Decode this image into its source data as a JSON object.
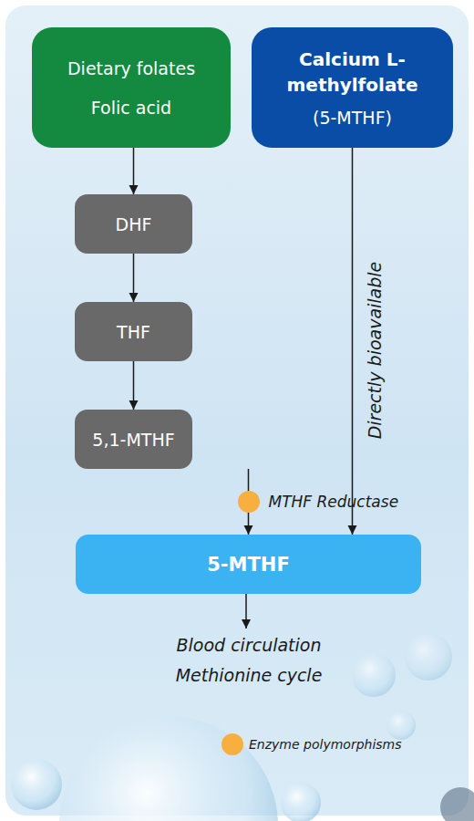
{
  "diagram": {
    "nodes": [
      {
        "text": [
          "Dietary folates",
          "Folic acid"
        ]
      },
      {
        "text": [
          "Calcium L-methylfolate",
          "(5-MTHF)"
        ]
      },
      {
        "text": [
          "DHF"
        ]
      },
      {
        "text": [
          "THF"
        ]
      },
      {
        "text": [
          "5,1-MTHF"
        ]
      },
      {
        "text": [
          "5-MTHF"
        ]
      }
    ],
    "edges": [
      {
        "from": 0,
        "to": 2,
        "arrow": "to"
      },
      {
        "from": 2,
        "to": 3,
        "arrow": "to"
      },
      {
        "from": 3,
        "to": 4,
        "arrow": "to"
      },
      {
        "from": 4,
        "to": 5,
        "label": "MTHF Reductase",
        "arrow": "to"
      },
      {
        "from": 1,
        "to": 5,
        "label": "Directly bioavailable",
        "arrow": "to"
      }
    ],
    "labels": [
      "Blood circulation",
      "Methionine cycle"
    ],
    "legend": [
      {
        "text": "Enzyme polymorphisms",
        "color": "#f7b040"
      }
    ]
  }
}
